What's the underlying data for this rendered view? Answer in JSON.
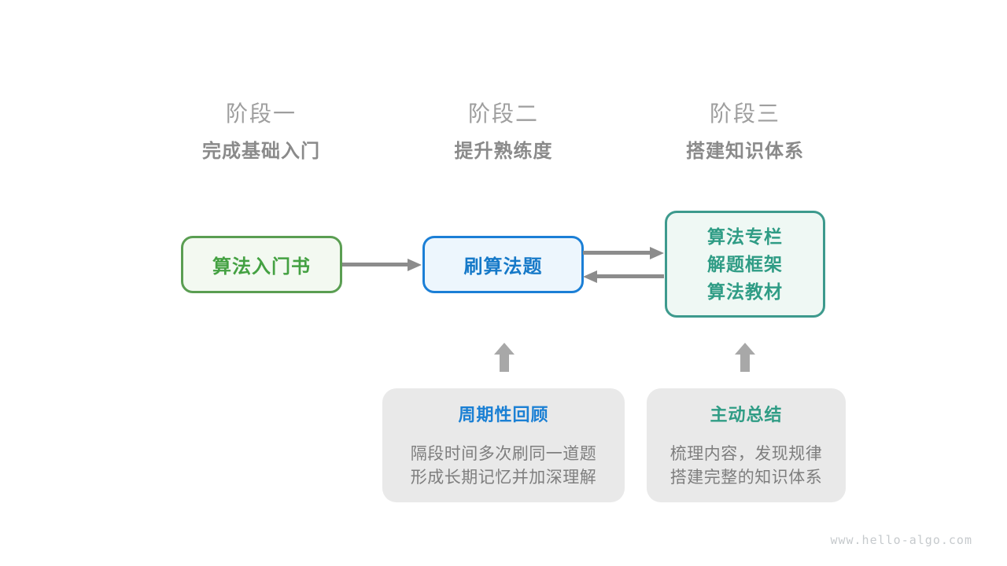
{
  "stages": [
    {
      "label": "阶段一",
      "subtitle": "完成基础入门"
    },
    {
      "label": "阶段二",
      "subtitle": "提升熟练度"
    },
    {
      "label": "阶段三",
      "subtitle": "搭建知识体系"
    }
  ],
  "nodes": {
    "intro_book": {
      "label": "算法入门书"
    },
    "practice": {
      "label": "刷算法题"
    },
    "resources": {
      "lines": [
        "算法专栏",
        "解题框架",
        "算法教材"
      ]
    }
  },
  "notes": [
    {
      "title": "周期性回顾",
      "lines": [
        "隔段时间多次刷同一道题",
        "形成长期记忆并加深理解"
      ],
      "accent_color": "#1B80D4"
    },
    {
      "title": "主动总结",
      "lines": [
        "梳理内容，发现规律",
        "搭建完整的知识体系"
      ],
      "accent_color": "#2F9C85"
    }
  ],
  "watermark": "www.hello-algo.com",
  "colors": {
    "stage_label": "#9E9E9E",
    "stage_subtitle": "#8A8A8A",
    "green_border": "#5A9E52",
    "green_fill": "#F3F9F1",
    "green_text": "#44A142",
    "blue_border": "#1B7FD6",
    "blue_fill": "#EDF6FD",
    "blue_text": "#1679C8",
    "teal_border": "#3D9A8D",
    "teal_fill": "#EFF8F4",
    "teal_text": "#2F9C85",
    "arrow_gray": "#8C8C8C",
    "block_arrow_gray": "#A8A8A8",
    "note_fill": "#E9E9E9",
    "note_body_text": "#7E7E7E",
    "watermark_text": "#C6CACD"
  }
}
